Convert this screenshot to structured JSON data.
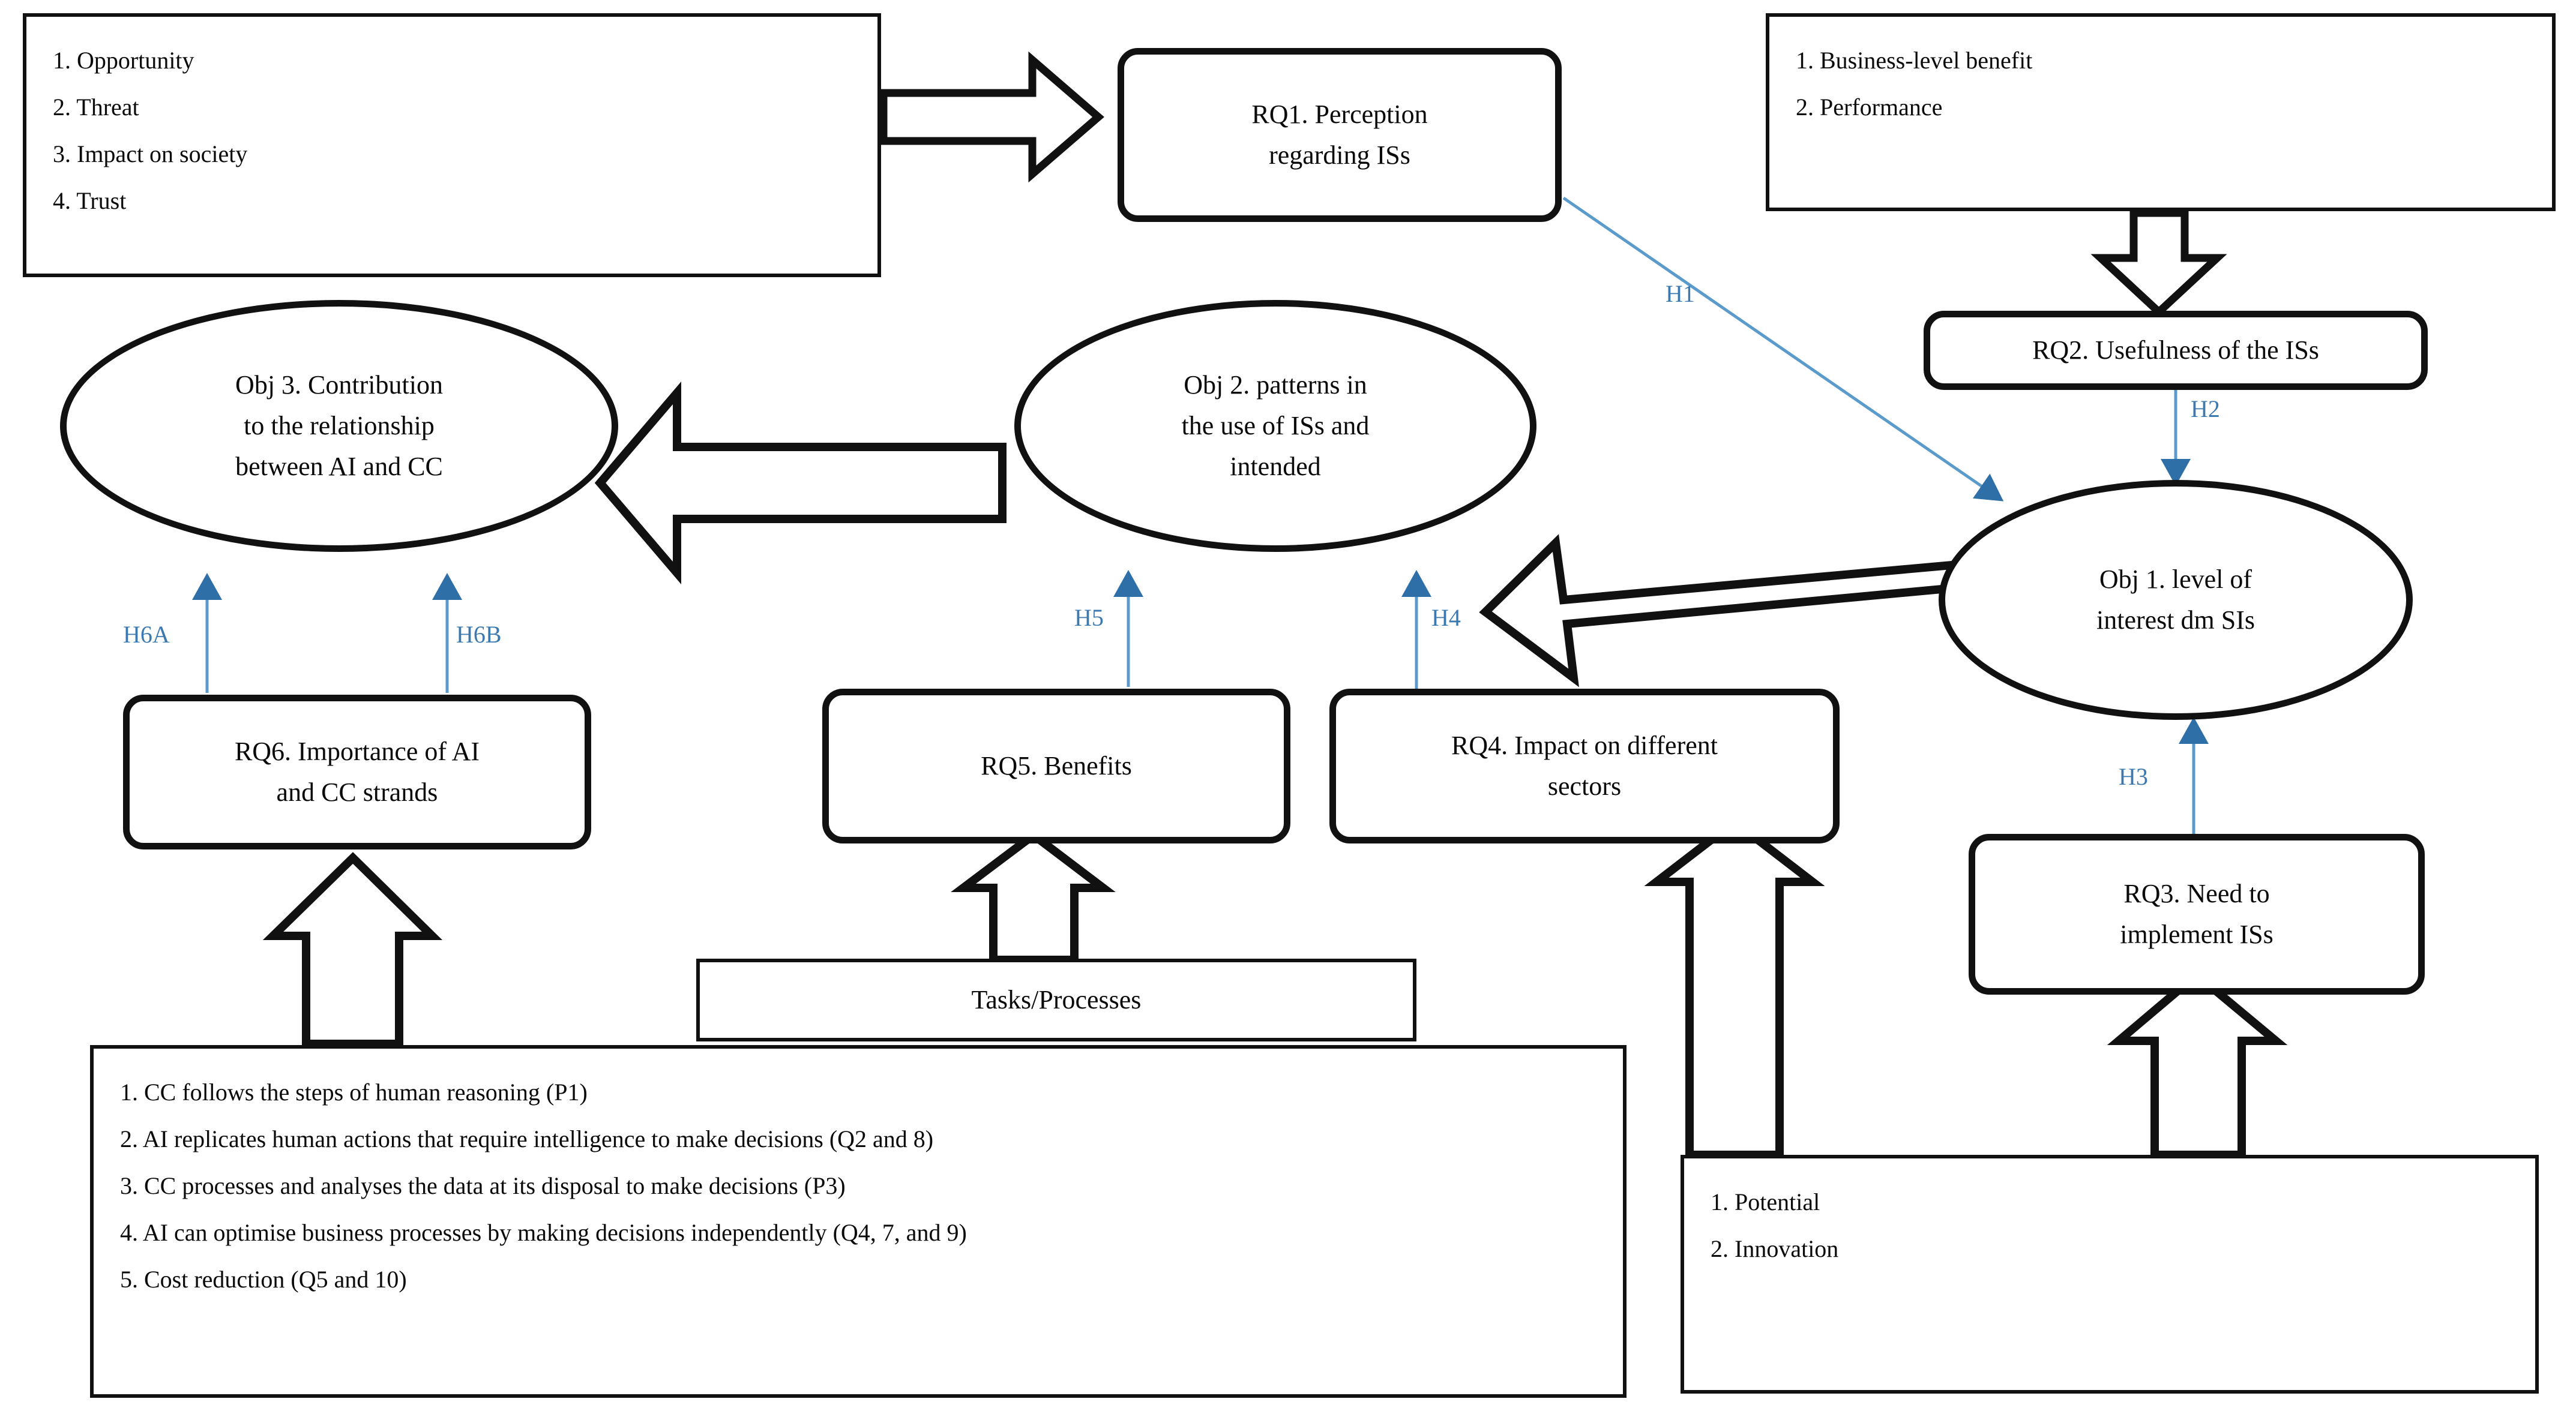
{
  "diagram": {
    "title_present": false,
    "accent_blue": "#3c79ae",
    "stroke_black": "#111111",
    "background": "#ffffff"
  },
  "boxes": {
    "perception_inputs": {
      "name": "perception-inputs-box",
      "items": [
        "1. Opportunity",
        "2. Threat",
        "3. Impact on society",
        "4. Trust"
      ]
    },
    "usefulness_inputs": {
      "name": "usefulness-inputs-box",
      "items": [
        "1. Business-level benefit",
        "2. Performance"
      ]
    },
    "strand_statements": {
      "name": "strand-statements-box",
      "items": [
        "1. CC follows the steps of human reasoning (P1)",
        "2. AI replicates human actions that require intelligence to make decisions (Q2 and 8)",
        "3. CC processes and analyses the data at its disposal to make decisions (P3)",
        "4. AI can optimise business processes by making decisions independently (Q4, 7, and 9)",
        "5. Cost reduction (Q5 and 10)"
      ]
    },
    "sector_inputs": {
      "name": "sector-inputs-box",
      "items": [
        "1. Potential",
        "2. Innovation"
      ]
    },
    "tasks_processes": {
      "name": "tasks-processes-box",
      "label": "Tasks/Processes"
    }
  },
  "research_questions": {
    "rq1": {
      "line1": "RQ1. Perception",
      "line2": "regarding ISs"
    },
    "rq2": {
      "line1": "RQ2. Usefulness of the ISs",
      "line2": ""
    },
    "rq3": {
      "line1": "RQ3. Need to",
      "line2": "implement ISs"
    },
    "rq4": {
      "line1": "RQ4. Impact on different",
      "line2": "sectors"
    },
    "rq5": {
      "line1": "RQ5. Benefits",
      "line2": ""
    },
    "rq6": {
      "line1": "RQ6. Importance of AI",
      "line2": "and CC strands"
    }
  },
  "objectives": {
    "obj1": {
      "line1": "Obj 1. level of",
      "line2": "interest dm SIs",
      "line3": ""
    },
    "obj2": {
      "line1": "Obj 2. patterns in",
      "line2": "the use of ISs and",
      "line3": "intended"
    },
    "obj3": {
      "line1": "Obj 3. Contribution",
      "line2": "to the relationship",
      "line3": "between AI and CC"
    }
  },
  "hypotheses": [
    {
      "id": "H1",
      "label": "H1",
      "from": "rq1",
      "to": "obj1"
    },
    {
      "id": "H2",
      "label": "H2",
      "from": "rq2",
      "to": "obj1"
    },
    {
      "id": "H3",
      "label": "H3",
      "from": "rq3",
      "to": "obj1"
    },
    {
      "id": "H4",
      "label": "H4",
      "from": "rq4",
      "to": "obj2"
    },
    {
      "id": "H5",
      "label": "H5",
      "from": "rq5",
      "to": "obj2"
    },
    {
      "id": "H6A",
      "label": "H6A",
      "from": "rq6",
      "to": "obj3"
    },
    {
      "id": "H6B",
      "label": "H6B",
      "from": "rq6",
      "to": "obj3"
    }
  ],
  "block_arrows": [
    {
      "name": "arrow-inputs-to-rq1",
      "direction": "right"
    },
    {
      "name": "arrow-inputs-to-rq2",
      "direction": "down"
    },
    {
      "name": "arrow-obj2-to-obj3",
      "direction": "left"
    },
    {
      "name": "arrow-obj1-to-obj2",
      "direction": "up-left"
    },
    {
      "name": "arrow-statements-to-rq6",
      "direction": "up"
    },
    {
      "name": "arrow-tasks-to-rq5",
      "direction": "up"
    },
    {
      "name": "arrow-sectors-to-rq4",
      "direction": "up"
    },
    {
      "name": "arrow-sectors-to-rq3",
      "direction": "up"
    }
  ]
}
